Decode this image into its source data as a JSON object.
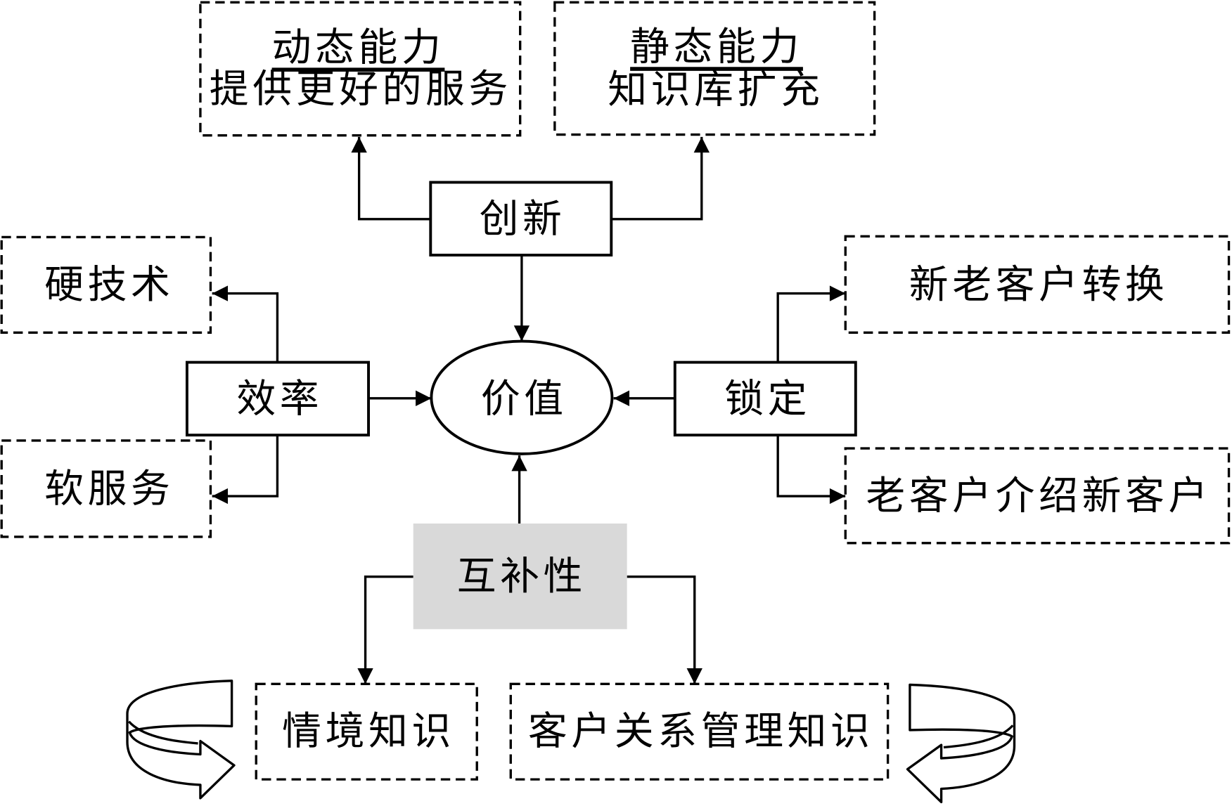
{
  "nodes": {
    "dynamic_capability": {
      "title": "动态能力",
      "desc": "提供更好的服务"
    },
    "static_capability": {
      "title": "静态能力",
      "desc": "知识库扩充"
    },
    "innovation": "创新",
    "value": "价值",
    "efficiency": "效率",
    "lock_in": "锁定",
    "hard_technology": "硬技术",
    "soft_service": "软服务",
    "customer_conversion": "新老客户转换",
    "customer_referral": "老客户介绍新客户",
    "complementarity": "互补性",
    "situational_knowledge": "情境知识",
    "crm_knowledge": "客户关系管理知识"
  },
  "colors": {
    "stroke": "#000000",
    "background": "#ffffff",
    "complementarity_fill": "#d9d9d9"
  },
  "icons": {
    "left_cycle": "circular-arrow-icon",
    "right_cycle": "circular-arrow-icon"
  }
}
